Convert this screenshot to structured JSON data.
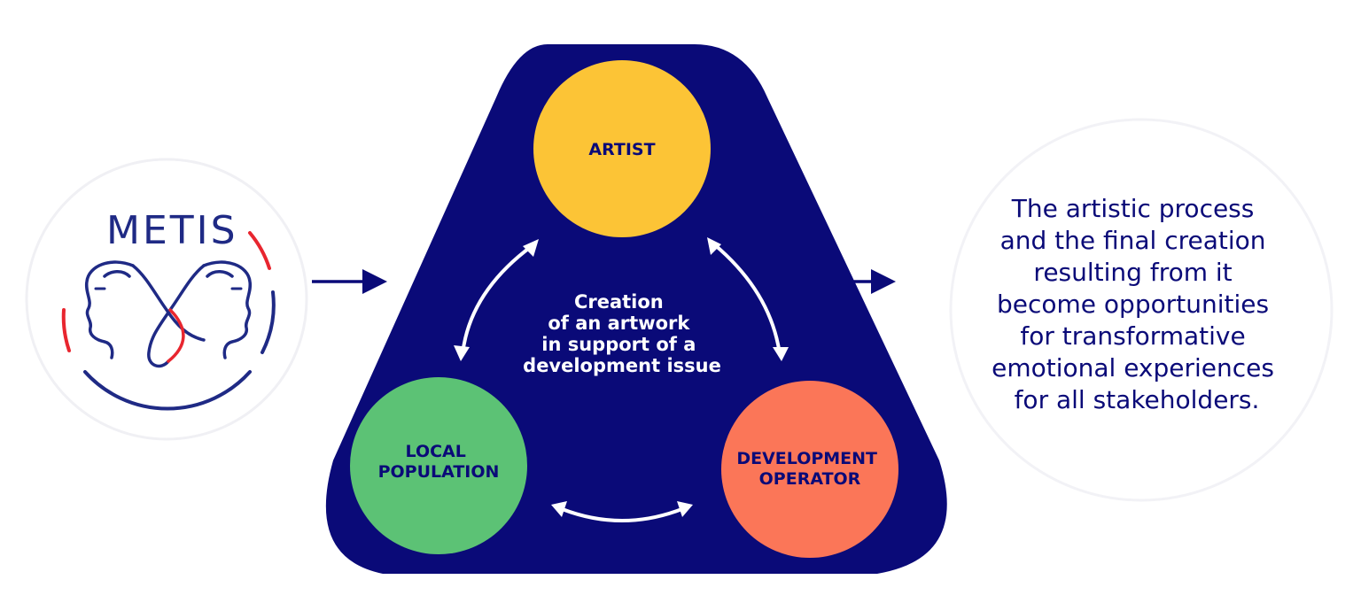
{
  "logo": {
    "name": "METIS"
  },
  "nodes": {
    "artist": {
      "label": "ARTIST"
    },
    "local_population": {
      "lines": [
        "LOCAL",
        "POPULATION"
      ]
    },
    "development_operator": {
      "lines": [
        "DEVELOPMENT",
        "OPERATOR"
      ]
    }
  },
  "center": {
    "lines": [
      "Creation",
      "of an artwork",
      "in support of a",
      "development issue"
    ]
  },
  "outcome": {
    "lines": [
      "The artistic process",
      "and the final creation",
      "resulting from it",
      "become opportunities",
      "for transformative",
      "emotional experiences",
      "for all stakeholders."
    ]
  },
  "colors": {
    "navy": "#0a0a78",
    "artist": "#fcc436",
    "local_population": "#5cc275",
    "development_operator": "#fb7658",
    "logo_red": "#e8262f",
    "white": "#ffffff"
  }
}
